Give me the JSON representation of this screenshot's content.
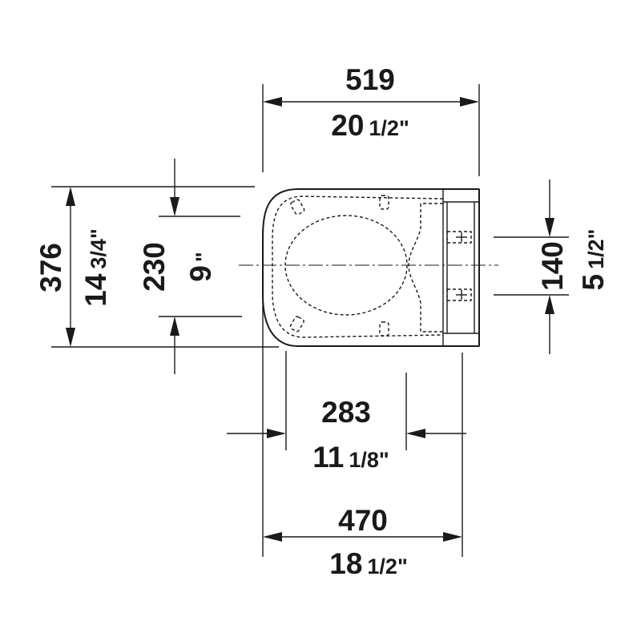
{
  "dimensions": {
    "top_overall_mm": "519",
    "top_overall_in_whole": "20",
    "top_overall_in_frac": "1/2\"",
    "bottom_overall_mm": "470",
    "bottom_overall_in_whole": "18",
    "bottom_overall_in_frac": "1/2\"",
    "bottom_fixing_mm": "283",
    "bottom_fixing_in_whole": "11",
    "bottom_fixing_in_frac": "1/8\"",
    "left_depth_mm": "376",
    "left_depth_in_whole": "14",
    "left_depth_in_frac": "3/4\"",
    "left_inner_mm": "230",
    "left_inner_in": "9",
    "left_inner_in_mark": "\"",
    "right_fixing_mm": "140",
    "right_fixing_in_whole": "5",
    "right_fixing_in_frac": "1/2\""
  },
  "colors": {
    "line": "#1a1a1a",
    "background": "#ffffff"
  }
}
